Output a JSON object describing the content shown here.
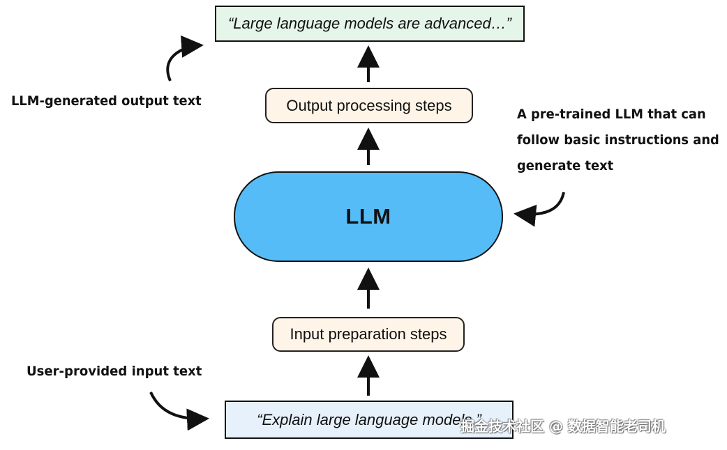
{
  "diagram": {
    "output_text": "“Large language models are advanced…”",
    "output_steps": "Output processing steps",
    "llm": "LLM",
    "input_steps": "Input preparation steps",
    "input_text": "“Explain large language models.”"
  },
  "annotations": {
    "output": "LLM-generated output text",
    "pretrained": [
      "A pre-trained LLM that can",
      "follow basic instructions and",
      "generate text"
    ],
    "input": "User-provided input text"
  },
  "watermark": "掘金技术社区 @ 数据智能老司机",
  "colors": {
    "output_fill": "#e5f5ea",
    "input_fill": "#e6f1fb",
    "step_fill": "#fff4e8",
    "llm_fill": "#56bcf7"
  }
}
